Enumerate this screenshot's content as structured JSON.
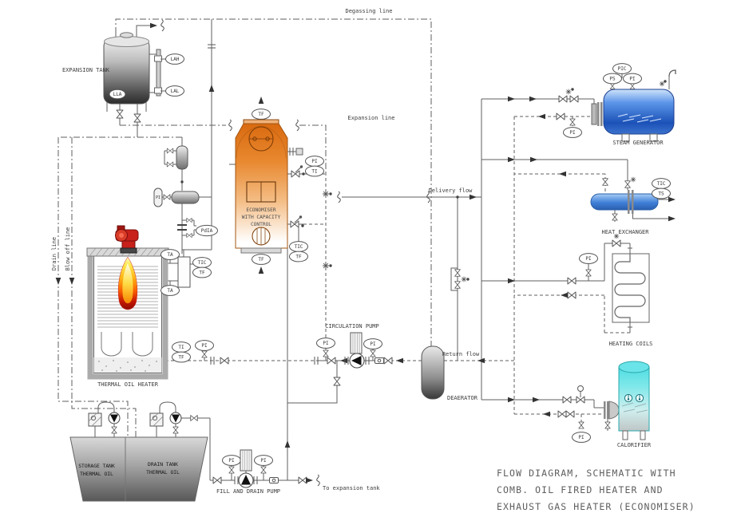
{
  "diagram": {
    "title": {
      "line1": "FLOW DIAGRAM, SCHEMATIC WITH",
      "line2": "COMB. OIL FIRED HEATER AND",
      "line3": "EXHAUST GAS HEATER (ECONOMISER)"
    },
    "flow_labels": {
      "degassing": "Degassing line",
      "expansion": "Expansion line",
      "delivery": "Delivery flow",
      "return_flow": "Return flow",
      "drain": "Drain line",
      "blow_off": "Blow off line",
      "to_expansion_tank": "To expansion tank"
    },
    "equipment": {
      "expansion_tank": {
        "label": "EXPANSION TANK"
      },
      "economiser": {
        "label_l1": "ECONOMISER",
        "label_l2": "WITH CAPACITY",
        "label_l3": "CONTROL"
      },
      "thermal_oil_heater": {
        "label": "THERMAL OIL HEATER"
      },
      "circulation_pump": {
        "label": "CIRCULATION PUMP"
      },
      "deaerator": {
        "label": "DEAERATOR"
      },
      "storage_tank": {
        "label_l1": "STORAGE TANK",
        "label_l2": "THERMAL OIL"
      },
      "drain_tank": {
        "label_l1": "DRAIN TANK",
        "label_l2": "THERMAL OIL"
      },
      "fill_drain_pump": {
        "label": "FILL AND DRAIN PUMP"
      },
      "steam_generator": {
        "label": "STEAM GENERATOR"
      },
      "heat_exchanger": {
        "label": "HEAT EXCHANGER"
      },
      "heating_coils": {
        "label": "HEATING COILS"
      },
      "calorifier": {
        "label": "CALORIFIER"
      }
    },
    "instruments": {
      "tank_lah": "LAH",
      "tank_lal": "LAL",
      "tank_lla": "LLA",
      "eco_tf_top": "TF",
      "eco_tf_bottom": "TF",
      "eco_pi": "PI",
      "eco_ti": "TI",
      "eco_tic": "TIC",
      "eco_tf_out": "TF",
      "sep_pi": "PI",
      "flow_pdia": "PdIA",
      "heater_ta_top": "TA",
      "heater_ta_bottom": "TA",
      "heater_tic": "TIC",
      "heater_tf": "TF",
      "heater_out_ti": "TI",
      "heater_out_tf": "TF",
      "heater_out_pi": "PI",
      "circ_pi_left": "PI",
      "circ_pi_right": "PI",
      "fill_pi_left": "PI",
      "fill_pi_right": "PI",
      "sg_pic": "PIC",
      "sg_ps": "PS",
      "sg_pi": "PI",
      "sg_return_pi": "PI",
      "hx_tic": "TIC",
      "hx_ts": "TS",
      "hc_pi": "PI",
      "cal_pi": "PI"
    },
    "colors": {
      "line": "#5f5f5f",
      "economiser_orange": "#d96a10",
      "burner_red": "#c8201a",
      "flame_yellow": "#ffe94f",
      "flame_red": "#8f0d00",
      "steam_generator_blue": "#2f6fd4",
      "heat_exchanger_blue": "#4a8fe0",
      "calorifier_cyan": "#3fd4da",
      "vessel_dark_gray": "#303030",
      "tank_gray": "#9e9e9e",
      "title_text": "#5e5e5e"
    }
  }
}
